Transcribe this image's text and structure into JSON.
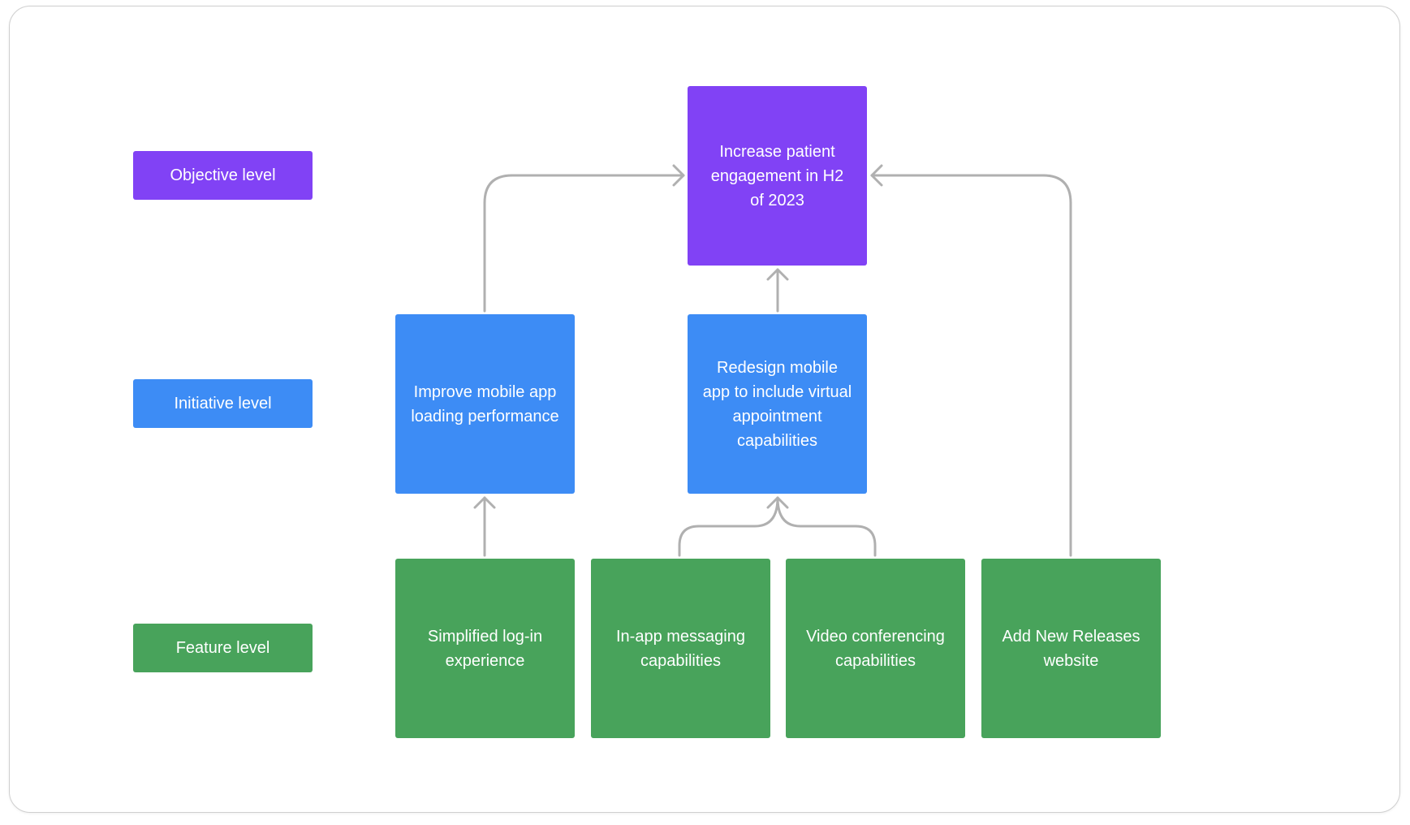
{
  "legend": {
    "objective": "Objective level",
    "initiative": "Initiative level",
    "feature": "Feature level"
  },
  "objective": {
    "label": "Increase patient engagement in H2 of 2023"
  },
  "initiatives": [
    {
      "label": "Improve mobile app loading performance"
    },
    {
      "label": "Redesign mobile app to include virtual appointment capabilities"
    }
  ],
  "features": [
    {
      "label": "Simplified log-in experience"
    },
    {
      "label": "In-app messaging capabilities"
    },
    {
      "label": "Video conferencing capabilities"
    },
    {
      "label": "Add New Releases website"
    }
  ],
  "colors": {
    "objective": "#8142f5",
    "initiative": "#3d8cf5",
    "feature": "#48a35b",
    "connector": "#b0b0b0"
  }
}
